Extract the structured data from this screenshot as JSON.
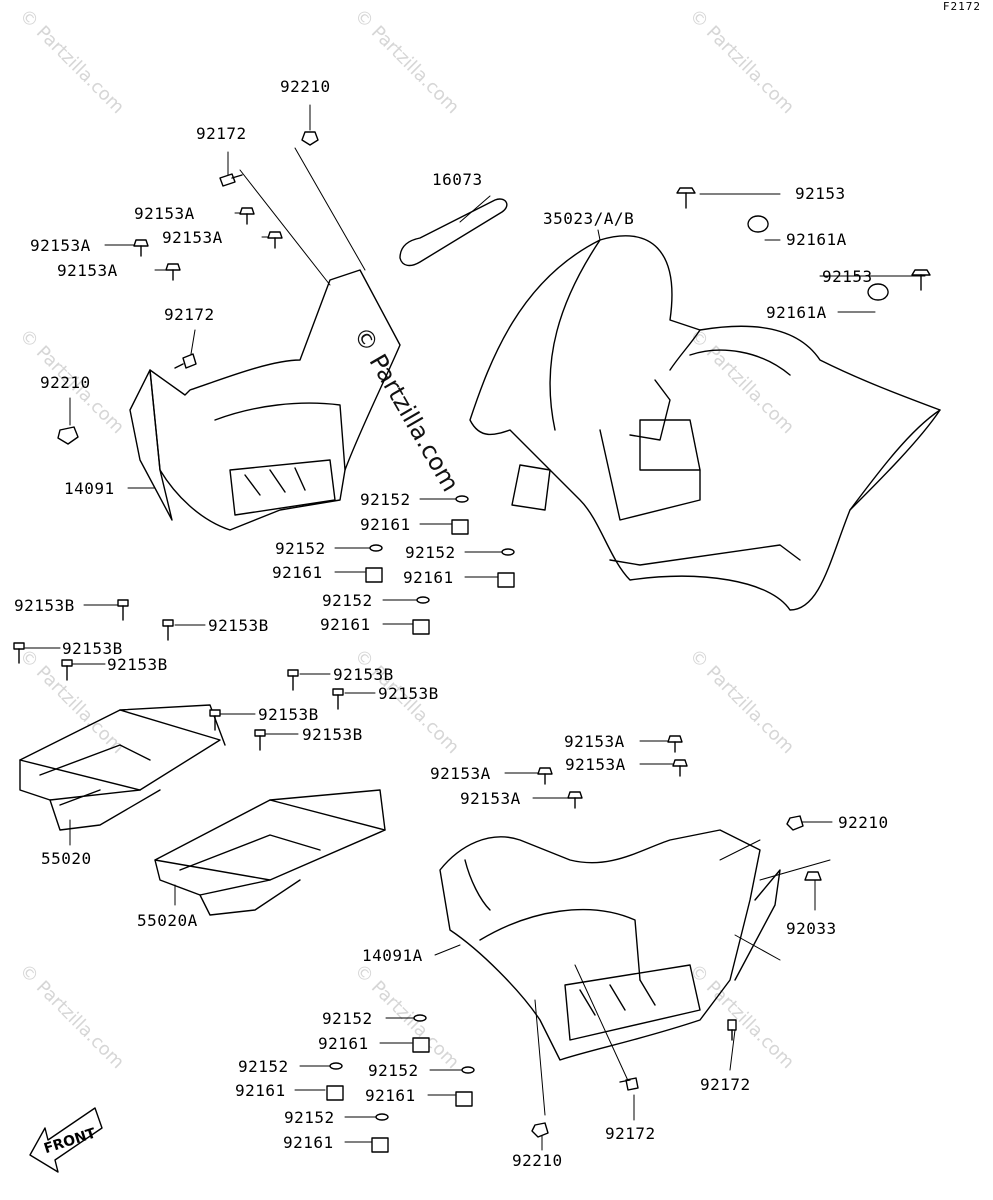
{
  "diagram_code": "F2172",
  "watermark": "© Partzilla.com",
  "watermark_center": "© Partzilla.com",
  "front_label": "FRONT",
  "callouts": [
    {
      "id": "c1",
      "text": "92210"
    },
    {
      "id": "c2",
      "text": "92172"
    },
    {
      "id": "c3",
      "text": "16073"
    },
    {
      "id": "c4",
      "text": "92153"
    },
    {
      "id": "c5",
      "text": "35023/A/B"
    },
    {
      "id": "c6",
      "text": "92161A"
    },
    {
      "id": "c7",
      "text": "92153A"
    },
    {
      "id": "c8",
      "text": "92153A"
    },
    {
      "id": "c9",
      "text": "92153A"
    },
    {
      "id": "c10",
      "text": "92153A"
    },
    {
      "id": "c11",
      "text": "92153"
    },
    {
      "id": "c12",
      "text": "92161A"
    },
    {
      "id": "c13",
      "text": "92172"
    },
    {
      "id": "c14",
      "text": "92210"
    },
    {
      "id": "c15",
      "text": "14091"
    },
    {
      "id": "c16",
      "text": "92152"
    },
    {
      "id": "c17",
      "text": "92161"
    },
    {
      "id": "c18",
      "text": "92152"
    },
    {
      "id": "c19",
      "text": "92152"
    },
    {
      "id": "c20",
      "text": "92161"
    },
    {
      "id": "c21",
      "text": "92161"
    },
    {
      "id": "c22",
      "text": "92152"
    },
    {
      "id": "c23",
      "text": "92161"
    },
    {
      "id": "c24",
      "text": "92153B"
    },
    {
      "id": "c25",
      "text": "92153B"
    },
    {
      "id": "c26",
      "text": "92153B"
    },
    {
      "id": "c27",
      "text": "92153B"
    },
    {
      "id": "c28",
      "text": "92153B"
    },
    {
      "id": "c29",
      "text": "92153B"
    },
    {
      "id": "c30",
      "text": "92153B"
    },
    {
      "id": "c31",
      "text": "92153B"
    },
    {
      "id": "c32",
      "text": "55020"
    },
    {
      "id": "c33",
      "text": "55020A"
    },
    {
      "id": "c34",
      "text": "92153A"
    },
    {
      "id": "c35",
      "text": "92153A"
    },
    {
      "id": "c36",
      "text": "92153A"
    },
    {
      "id": "c37",
      "text": "92153A"
    },
    {
      "id": "c38",
      "text": "92210"
    },
    {
      "id": "c39",
      "text": "92033"
    },
    {
      "id": "c40",
      "text": "14091A"
    },
    {
      "id": "c41",
      "text": "92152"
    },
    {
      "id": "c42",
      "text": "92161"
    },
    {
      "id": "c43",
      "text": "92152"
    },
    {
      "id": "c44",
      "text": "92152"
    },
    {
      "id": "c45",
      "text": "92161"
    },
    {
      "id": "c46",
      "text": "92161"
    },
    {
      "id": "c47",
      "text": "92172"
    },
    {
      "id": "c48",
      "text": "92152"
    },
    {
      "id": "c49",
      "text": "92161"
    },
    {
      "id": "c50",
      "text": "92172"
    },
    {
      "id": "c51",
      "text": "92210"
    }
  ]
}
